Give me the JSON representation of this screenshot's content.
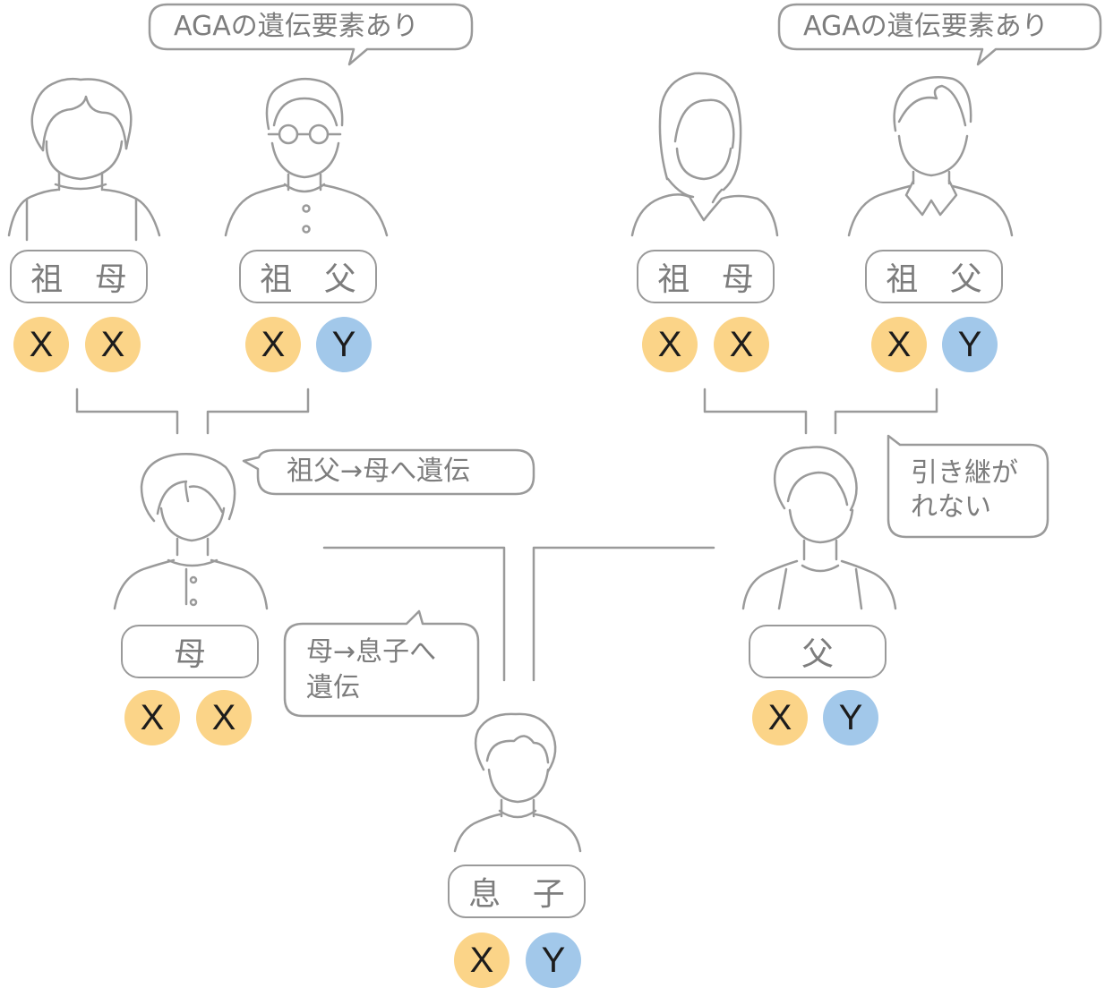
{
  "people": {
    "maternal_grandmother": {
      "label": "祖 母",
      "chromosomes": [
        "X",
        "X"
      ]
    },
    "maternal_grandfather": {
      "label": "祖 父",
      "chromosomes": [
        "X",
        "Y"
      ]
    },
    "paternal_grandmother": {
      "label": "祖 母",
      "chromosomes": [
        "X",
        "X"
      ]
    },
    "paternal_grandfather": {
      "label": "祖 父",
      "chromosomes": [
        "X",
        "Y"
      ]
    },
    "mother": {
      "label": "母",
      "chromosomes": [
        "X",
        "X"
      ]
    },
    "father": {
      "label": "父",
      "chromosomes": [
        "X",
        "Y"
      ]
    },
    "son": {
      "label": "息 子",
      "chromosomes": [
        "X",
        "Y"
      ]
    }
  },
  "bubbles": {
    "maternal_grandfather_note": "AGAの遺伝要素あり",
    "paternal_grandfather_note": "AGAの遺伝要素あり",
    "mother_inherit_note": "祖父→母へ遺伝",
    "father_no_inherit_note": [
      "引き継が",
      "れない"
    ],
    "son_inherit_note": [
      "母→息子へ",
      "遺伝"
    ]
  },
  "colors": {
    "x_chromosome": "#fbd488",
    "y_chromosome": "#a2c8ea",
    "outline": "#9a9a9a",
    "text": "#7d7d7d"
  }
}
